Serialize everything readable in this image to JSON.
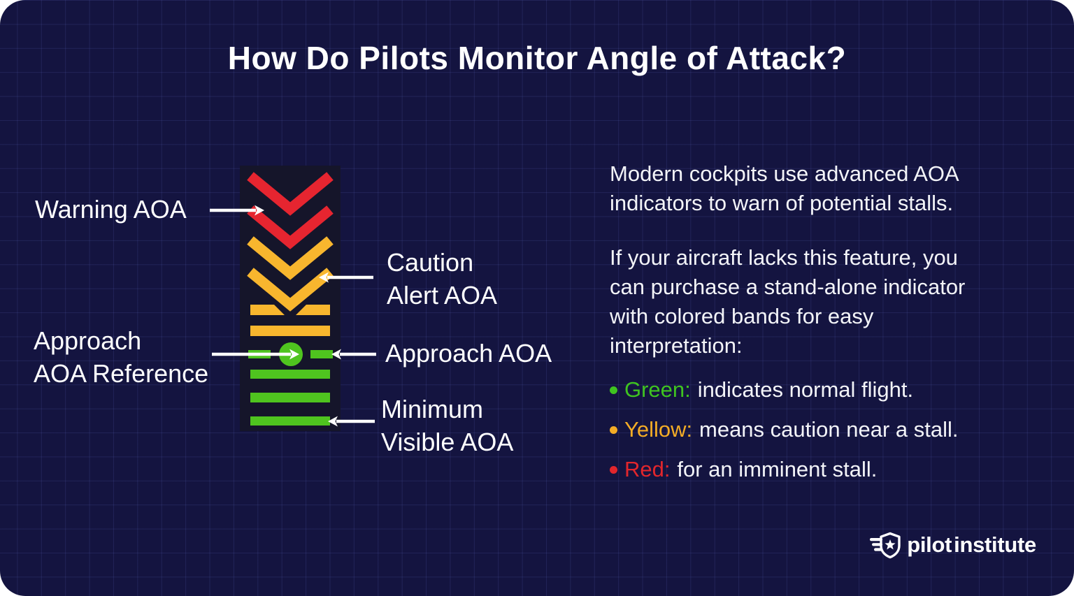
{
  "title": "How Do Pilots Monitor Angle of Attack?",
  "colors": {
    "background_navy": "#141440",
    "panel_dark": "#15152a",
    "red": "#e62530",
    "yellow": "#f8b62e",
    "green": "#4fc41f",
    "bullet_green": "#3fc420",
    "bullet_yellow": "#f3ac26",
    "bullet_red": "#e2262c",
    "arrow_white": "#ffffff"
  },
  "diagram": {
    "labels": {
      "warning": "Warning AOA",
      "caution": [
        "Caution",
        "Alert AOA"
      ],
      "approach_reference": [
        "Approach",
        "AOA Reference"
      ],
      "approach": "Approach AOA",
      "minimum_visible": [
        "Minimum",
        "Visible AOA"
      ]
    }
  },
  "body": {
    "paragraph1_lines": [
      "Modern cockpits use advanced AOA",
      "indicators to warn of potential stalls."
    ],
    "paragraph2_lines": [
      "If your aircraft lacks this feature, you",
      "can purchase a stand-alone indicator",
      "with colored bands for easy",
      "interpretation:"
    ],
    "bullets": [
      {
        "label": "Green:",
        "text": "indicates normal flight.",
        "color": "#3fc420"
      },
      {
        "label": "Yellow:",
        "text": "means caution near a stall.",
        "color": "#f3ac26"
      },
      {
        "label": "Red:",
        "text": "for an imminent stall.",
        "color": "#e2262c"
      }
    ]
  },
  "footer": {
    "brand_part1": "pilot",
    "brand_part2": "institute"
  }
}
